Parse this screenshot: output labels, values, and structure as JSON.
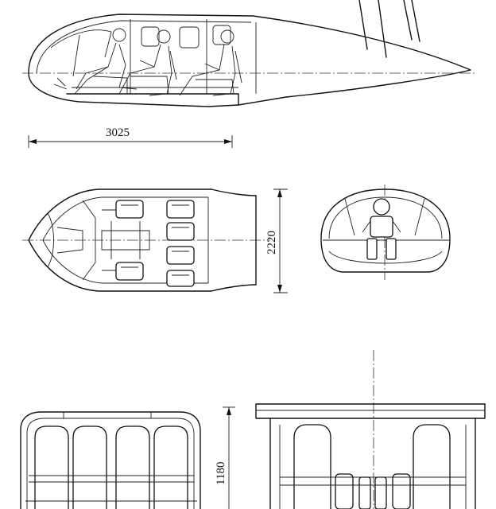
{
  "dimensions": {
    "cabin_length": "3025",
    "cabin_width": "2220",
    "cabin_height": "1180"
  }
}
